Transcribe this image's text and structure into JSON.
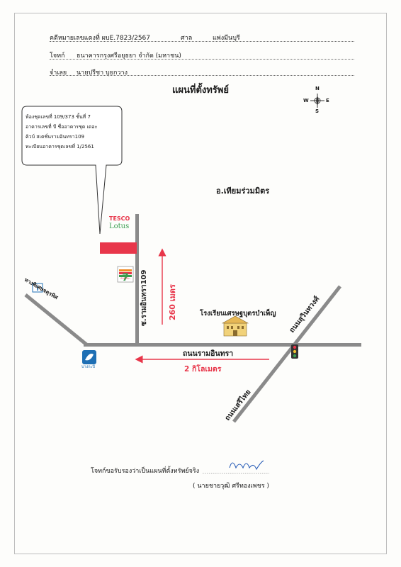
{
  "header": {
    "case_label": "คดีหมายเลขแดงที่ ผบE.7823/2567",
    "court_label": "ศาล",
    "court_name": "แพ่งมีนบุรี",
    "plaintiff_label": "โจทก์",
    "plaintiff_name": "ธนาคารกรุงศรีอยุธยา จำกัด (มหาชน)",
    "defendant_label": "จำเลย",
    "defendant_name": "นายปรีชา บุยกวาง"
  },
  "title": "แผนที่ตั้งทรัพย์",
  "compass": {
    "n": "N",
    "s": "S",
    "e": "E",
    "w": "W"
  },
  "callout": {
    "lines": [
      "ห้องชุดเลขที่ 109/373 ชั้นที่ 7",
      "อาคารเลขที่ บี ชื่ออาคารชุด เดอะ",
      "คิวบ์ สเตชั่นรามอินทรา109",
      "ทะเบียนอาคารชุดเลขที่ 1/2561"
    ]
  },
  "map": {
    "district_label": "อ.เทียมร่วมมิตร",
    "store_brand_top": "TESCO",
    "store_brand_bottom": "Lotus",
    "seven_eleven": "7",
    "seven_eleven_sub": "ELEVEn",
    "soi_label": "ซ.รามอินทรา109",
    "distance_260": "260 เมตร",
    "school_label": "โรงเรียนเศรษฐบุตรบำเพ็ญ",
    "ram_intra_road": "ถนนรามอินทรา",
    "distance_2km": "2 กิโลเมตร",
    "suan_siam_road": "ถนนเสรีไทย",
    "suwinthawong_road": "ถนนสุวินทวงศ์",
    "expressway_label": "ทางพิเศษจตุรทิศ",
    "bank_label": "บางกะปิ"
  },
  "footer": {
    "certify_text": "โจทก์ขอรับรองว่าเป็นแผนที่ตั้งทรัพย์จริง",
    "signer": "( นายชายวุฒิ ศรีทองเพชร )"
  },
  "colors": {
    "red": "#e8364a",
    "road": "#888888",
    "blue": "#1e6fb4",
    "green": "#3a9e4f"
  }
}
